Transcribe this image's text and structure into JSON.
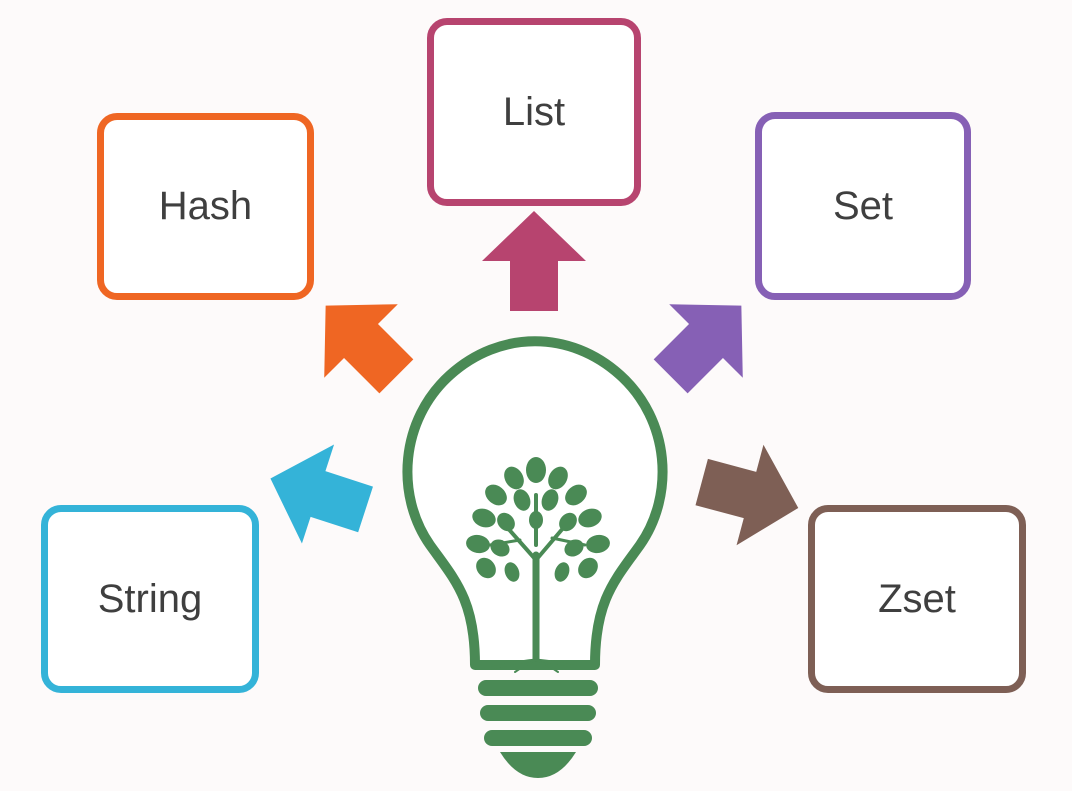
{
  "diagram": {
    "center": {
      "icon": "lightbulb-tree-icon"
    },
    "boxes": [
      {
        "key": "hash",
        "label": "Hash",
        "color": "#ef6623"
      },
      {
        "key": "list",
        "label": "List",
        "color": "#b7446f"
      },
      {
        "key": "set",
        "label": "Set",
        "color": "#8660b5"
      },
      {
        "key": "string",
        "label": "String",
        "color": "#34b3d8"
      },
      {
        "key": "zset",
        "label": "Zset",
        "color": "#7e5f55"
      }
    ],
    "bulb_color": "#4a8a55"
  }
}
